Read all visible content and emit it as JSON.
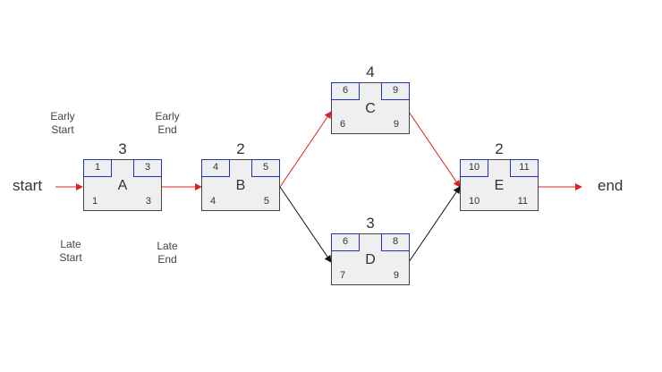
{
  "legend": {
    "early_start": [
      "Early",
      "Start"
    ],
    "early_end": [
      "Early",
      "End"
    ],
    "late_start": [
      "Late",
      "Start"
    ],
    "late_end": [
      "Late",
      "End"
    ]
  },
  "terminals": {
    "start": "start",
    "end": "end"
  },
  "nodes": {
    "A": {
      "name": "A",
      "duration": "3",
      "es": "1",
      "ef": "3",
      "ls": "1",
      "lf": "3"
    },
    "B": {
      "name": "B",
      "duration": "2",
      "es": "4",
      "ef": "5",
      "ls": "4",
      "lf": "5"
    },
    "C": {
      "name": "C",
      "duration": "4",
      "es": "6",
      "ef": "9",
      "ls": "6",
      "lf": "9"
    },
    "D": {
      "name": "D",
      "duration": "3",
      "es": "6",
      "ef": "8",
      "ls": "7",
      "lf": "9"
    },
    "E": {
      "name": "E",
      "duration": "2",
      "es": "10",
      "ef": "11",
      "ls": "10",
      "lf": "11"
    }
  },
  "colors": {
    "critical_path": "#e02020",
    "normal_path": "#111111",
    "cell_border": "#2233bb",
    "node_fill": "#efefef"
  },
  "edges": [
    {
      "from": "start",
      "to": "A",
      "critical": true
    },
    {
      "from": "A",
      "to": "B",
      "critical": true
    },
    {
      "from": "B",
      "to": "C",
      "critical": true
    },
    {
      "from": "B",
      "to": "D",
      "critical": false
    },
    {
      "from": "C",
      "to": "E",
      "critical": true
    },
    {
      "from": "D",
      "to": "E",
      "critical": false
    },
    {
      "from": "E",
      "to": "end",
      "critical": true
    }
  ]
}
